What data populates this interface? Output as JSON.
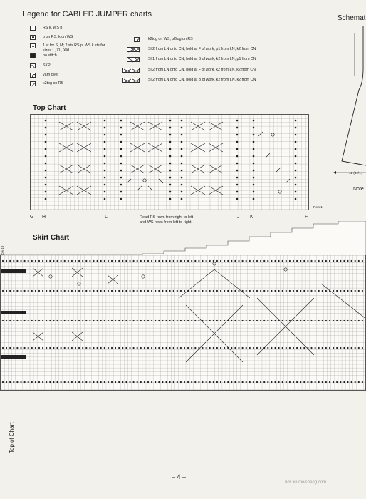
{
  "legend": {
    "title": "Legend for CABLED JUMPER charts",
    "col1": [
      {
        "icon": "empty-square-icon",
        "text": "RS k, WS p"
      },
      {
        "icon": "dot-square-icon",
        "text": "p on RS, k on WS"
      },
      {
        "icon": "dot-square-icon",
        "text": "1 st for S, M; 2 sts RS p, WS k sts for sizes L, XL, XXL"
      },
      {
        "icon": "filled-square-icon",
        "text": "no stitch"
      },
      {
        "icon": "skp-icon",
        "text": "SKP"
      },
      {
        "icon": "yarn-over-icon",
        "text": "yarn over"
      },
      {
        "icon": "k2tog-icon",
        "text": "k2tog on RS"
      }
    ],
    "col2": [
      {
        "icon": "k2tog-ws-icon",
        "text": "k2tog on WS, p2tog on RS"
      },
      {
        "icon": "cable-2-1-front-icon",
        "text": "Sl 2 from LN onto CN, hold at F of work, p1 from LN, k2 from CN"
      },
      {
        "icon": "cable-1-2-back-icon",
        "text": "Sl 1 from LN onto CN, hold at B of work, k2 from LN, p1 from CN"
      },
      {
        "icon": "cable-2-2-front-icon",
        "text": "Sl 2 from LN onto CN, hold at F of work, k2 from LN, k2 from CN"
      },
      {
        "icon": "cable-2-2-back-icon",
        "text": "Sl 2 from LN onto CN, hold at B of work, k2 from LN, k2 from CN"
      }
    ]
  },
  "schematic": {
    "title": "Schematic",
    "measure": "42 (44½,",
    "notes": "Note"
  },
  "top_chart": {
    "title": "Top Chart",
    "row_label": "Row 1",
    "letters": [
      "G",
      "H",
      "L",
      "J",
      "K",
      "F"
    ],
    "instructions": [
      "Read RS rows from right to left",
      "and WS rows from left to right"
    ]
  },
  "skirt_chart": {
    "title": "Skirt Chart",
    "row_label": "Row 10",
    "side_label": "Top of Chart"
  },
  "footer": {
    "page_number": "– 4 –",
    "watermark": "bbs.xiumeisheng.com"
  },
  "colors": {
    "ink": "#1e1e1e",
    "paper": "#f3f1ec",
    "grid": "#5a5a5a"
  }
}
